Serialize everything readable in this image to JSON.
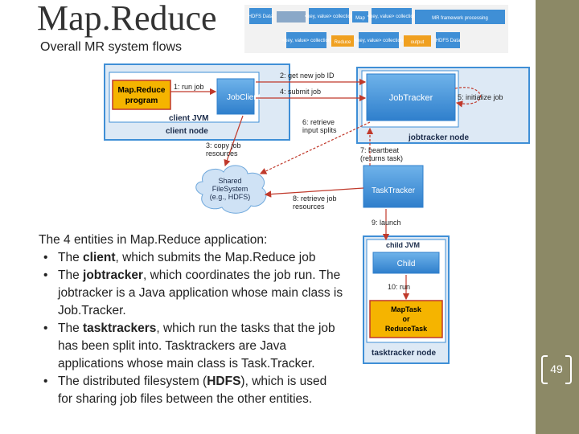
{
  "title": "Map.Reduce",
  "subtitle": "Overall MR system flows",
  "slide_number": "49",
  "colors": {
    "accent": "#8c8966",
    "node_blue": "#3f8fd6",
    "node_light": "#dde9f5",
    "program_yellow": "#f5b400",
    "arrow_red": "#c0392b"
  },
  "strip": {
    "row1": [
      "HDFS Data",
      "<key, value> collection",
      "Map",
      "<key, value> collection",
      "MR framework processing"
    ],
    "row2": [
      "<key, value> collection",
      "Reduce",
      "<key, value> collection",
      "output",
      "HDFS Data"
    ]
  },
  "diagram": {
    "client_program": [
      "Map.Reduce",
      "program"
    ],
    "job_client": "JobClient",
    "client_jvm": "client JVM",
    "client_node": "client node",
    "job_tracker": "JobTracker",
    "jobtracker_node": "jobtracker node",
    "shared_fs": [
      "Shared",
      "FileSystem",
      "(e.g., HDFS)"
    ],
    "task_tracker": "TaskTracker",
    "child_jvm": "child JVM",
    "child": "Child",
    "map_task": [
      "MapTask",
      "or",
      "ReduceTask"
    ],
    "tasktracker_node": "tasktracker node",
    "steps": {
      "s1": "1: run job",
      "s2": "2: get new job ID",
      "s3": [
        "3: copy job",
        "resources"
      ],
      "s4": "4: submit job",
      "s5": "5: initialize job",
      "s6": [
        "6: retrieve",
        "input splits"
      ],
      "s7": [
        "7: heartbeat",
        "(returns task)"
      ],
      "s8": [
        "8: retrieve job",
        "resources"
      ],
      "s9": "9: launch",
      "s10": "10: run"
    }
  },
  "body": {
    "intro": "The 4 entities in Map.Reduce application:",
    "items": [
      {
        "pre": "The ",
        "bold": "client",
        "post": ", which submits the Map.Reduce job"
      },
      {
        "pre": "The ",
        "bold": "jobtracker",
        "post": ", which coordinates the job run. The jobtracker is a Java application whose main class is Job.Tracker."
      },
      {
        "pre": "The ",
        "bold": "tasktrackers",
        "post": ", which run the tasks that the job has been split into. Tasktrackers are Java applications whose main class is Task.Tracker."
      },
      {
        "pre": "The distributed filesystem (",
        "bold": "HDFS",
        "post": "), which is used for sharing job files between the other entities."
      }
    ]
  }
}
